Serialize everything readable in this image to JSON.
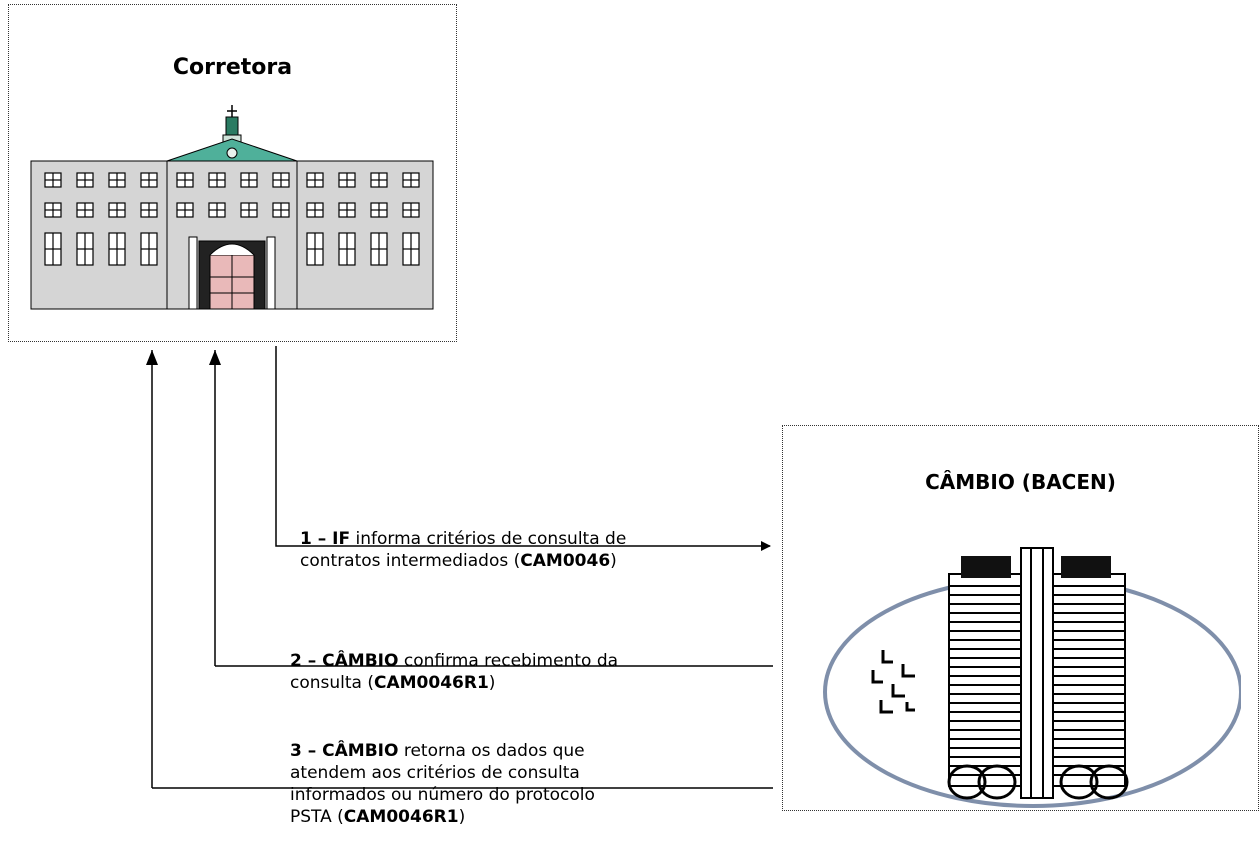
{
  "corretora": {
    "title": "Corretora"
  },
  "bacen": {
    "title": "CÂMBIO (BACEN)"
  },
  "steps": [
    {
      "num": "1 – IF",
      "line1": " informa critérios de consulta  de",
      "line2_pre": "contratos intermediados (",
      "code": "CAM0046",
      "line2_post": ")"
    },
    {
      "num": "2 – CÂMBIO",
      "line1": " confirma recebimento da",
      "line2_pre": "consulta  (",
      "code": "CAM0046R1",
      "line2_post": ")"
    },
    {
      "num": "3 – CÂMBIO",
      "line1": " retorna os dados que",
      "line2": "atendem aos critérios de consulta",
      "line3": "informados ou número do protocolo",
      "line4_pre": "PSTA (",
      "code": "CAM0046R1",
      "line4_post": ")"
    }
  ]
}
